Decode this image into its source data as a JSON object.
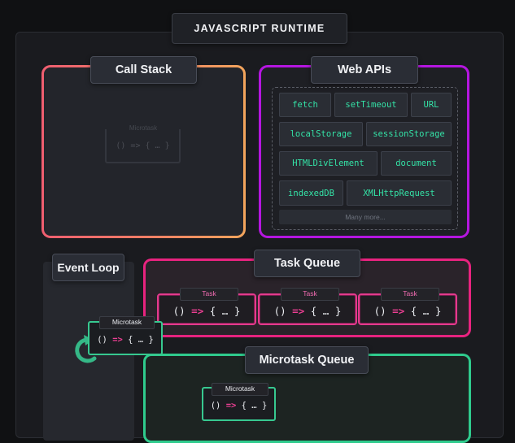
{
  "runtime": {
    "title": "JAVASCRIPT RUNTIME"
  },
  "call_stack": {
    "title": "Call Stack",
    "ghost_microtask": {
      "tag": "Microtask",
      "code": "() => { … }"
    }
  },
  "web_apis": {
    "title": "Web APIs",
    "items": [
      "fetch",
      "setTimeout",
      "URL",
      "localStorage",
      "sessionStorage",
      "HTMLDivElement",
      "document",
      "indexedDB",
      "XMLHttpRequest"
    ],
    "more": "Many more..."
  },
  "event_loop": {
    "title": "Event Loop",
    "microtask": {
      "tag": "Microtask",
      "code_open": "() ",
      "code_arrow": "=>",
      "code_close": " { … }"
    }
  },
  "task_queue": {
    "title": "Task Queue",
    "tasks": [
      {
        "tag": "Task",
        "code_open": "() ",
        "code_arrow": "=>",
        "code_close": " { … }"
      },
      {
        "tag": "Task",
        "code_open": "() ",
        "code_arrow": "=>",
        "code_close": " { … }"
      },
      {
        "tag": "Task",
        "code_open": "() ",
        "code_arrow": "=>",
        "code_close": " { … }"
      }
    ]
  },
  "microtask_queue": {
    "title": "Microtask Queue",
    "microtask": {
      "tag": "Microtask",
      "code_open": "() ",
      "code_arrow": "=>",
      "code_close": " { … }"
    }
  },
  "colors": {
    "call_stack_gradient": [
      "#ef5e70",
      "#f2a55c"
    ],
    "web_apis": "#b516e0",
    "task_queue": "#e8237f",
    "microtask_queue": "#2fcb8d",
    "api_text": "#34e3a7"
  }
}
